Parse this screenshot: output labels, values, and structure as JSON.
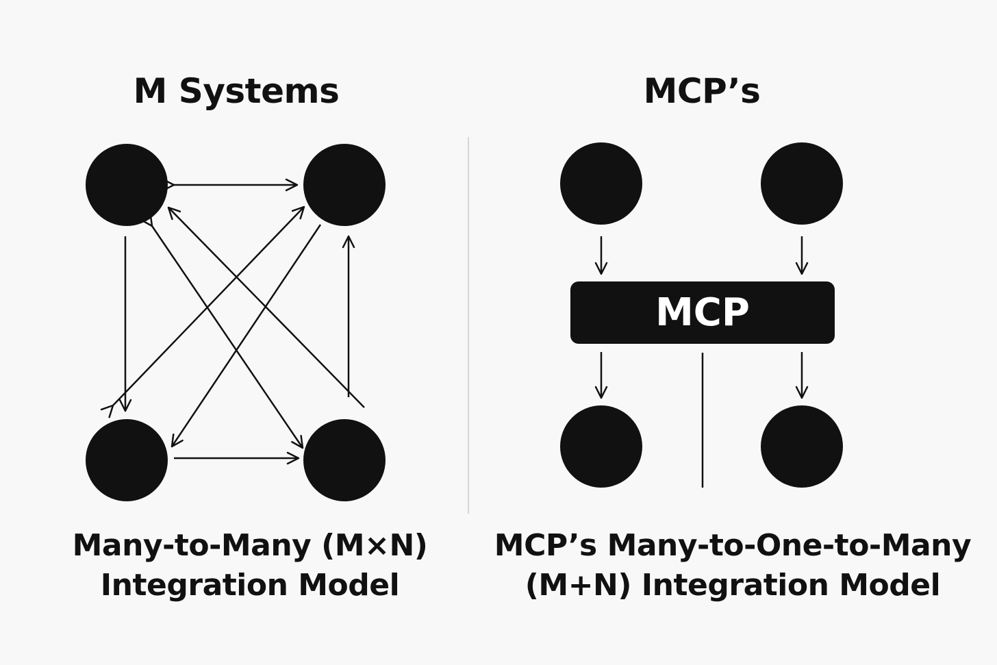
{
  "left_panel": {
    "title": "M Systems",
    "caption_line1": "Many-to-Many (M×N)",
    "caption_line2": "Integration Model"
  },
  "right_panel": {
    "title": "MCP’s",
    "hub_label": "MCP",
    "caption_line1": "MCP’s Many-to-One-to-Many",
    "caption_line2": "(M+N) Integration Model"
  },
  "colors": {
    "background": "#f8f8f8",
    "ink": "#111111",
    "hub_text": "#ffffff",
    "divider": "#d6d6d6"
  }
}
